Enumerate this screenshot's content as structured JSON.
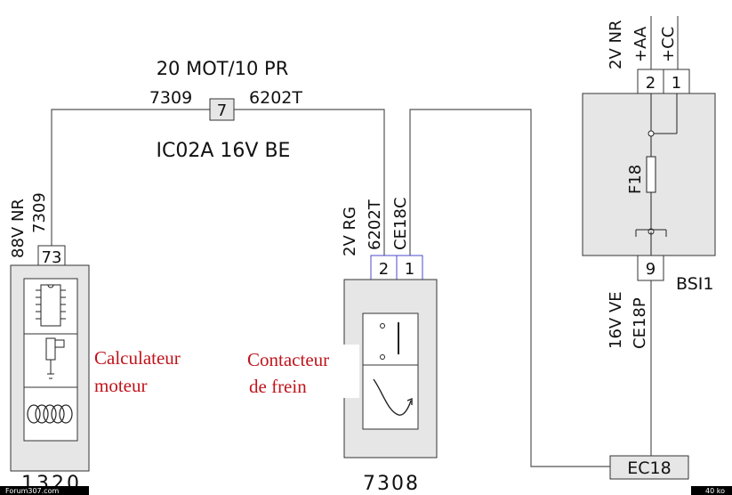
{
  "top_label": "20 MOT/10 PR",
  "wire_left_code": "7309",
  "wire_right_code": "6202T",
  "connector_7": "7",
  "cable_label": "IC02A 16V BE",
  "ecu": {
    "wire_label_1": "88V NR",
    "wire_label_2": "7309",
    "pin": "73",
    "ref": "1320",
    "caption_line1": "Calculateur",
    "caption_line2": "moteur"
  },
  "brake": {
    "wire_label_1": "2V RG",
    "wire_label_2": "6202T",
    "wire_label_3": "CE18C",
    "pin_2": "2",
    "pin_1": "1",
    "ref": "7308",
    "caption_line1": "Contacteur",
    "caption_line2": "de frein"
  },
  "bsi": {
    "wire_top_1": "2V NR",
    "wire_top_2": "+AA",
    "wire_top_3": "+CC",
    "pin_2": "2",
    "pin_1": "1",
    "fuse": "F18",
    "pin_9": "9",
    "ref": "BSI1",
    "wire_bottom_1": "16V VE",
    "wire_bottom_2": "CE18P"
  },
  "connector_ec18": "EC18",
  "footer_left": "Forum307.com",
  "footer_right": "40 ko",
  "colors": {
    "caption": "#c0141c",
    "box_fill": "#e6e6e6",
    "pin_border_blue": "#4a4acf"
  }
}
